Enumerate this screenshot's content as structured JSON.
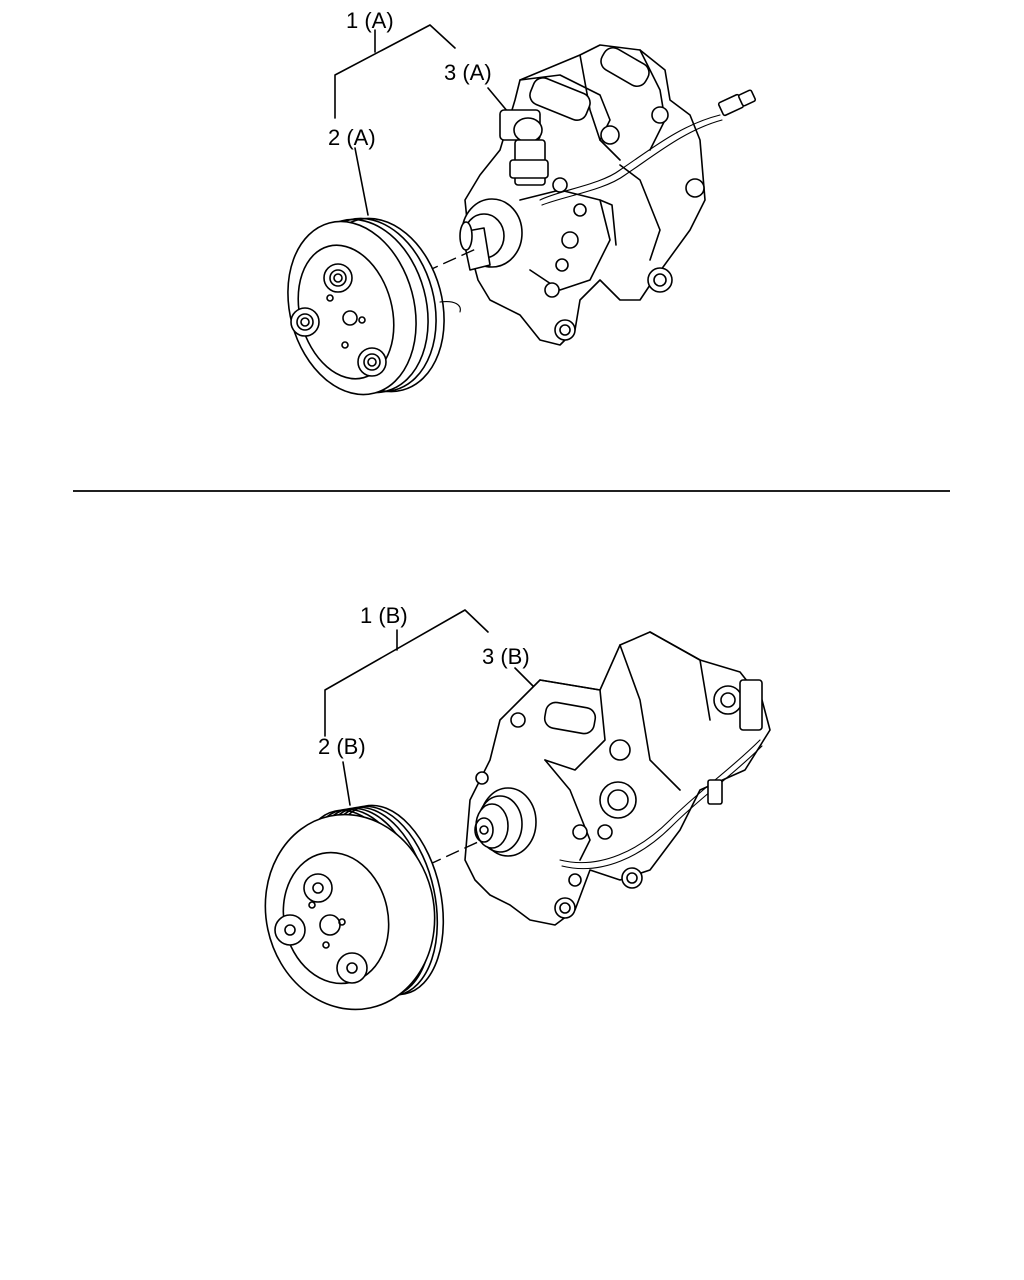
{
  "diagram_a": {
    "assembly_label": "1 (A)",
    "pulley_label": "2 (A)",
    "compressor_label": "3 (A)"
  },
  "diagram_b": {
    "assembly_label": "1 (B)",
    "pulley_label": "2 (B)",
    "compressor_label": "3 (B)"
  }
}
